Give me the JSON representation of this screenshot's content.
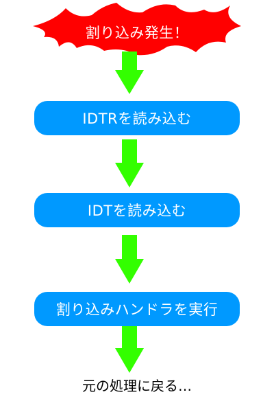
{
  "start": {
    "label": "割り込み発生！",
    "color": "#ff0000"
  },
  "steps": [
    {
      "label": "IDTRを読み込む"
    },
    {
      "label": "IDTを読み込む"
    },
    {
      "label": "割り込みハンドラを実行"
    }
  ],
  "end": {
    "label": "元の処理に戻る…"
  },
  "colors": {
    "step_fill": "#0099ff",
    "arrow_fill": "#33ff00",
    "burst_fill": "#ff0000",
    "end_text": "#000000"
  }
}
